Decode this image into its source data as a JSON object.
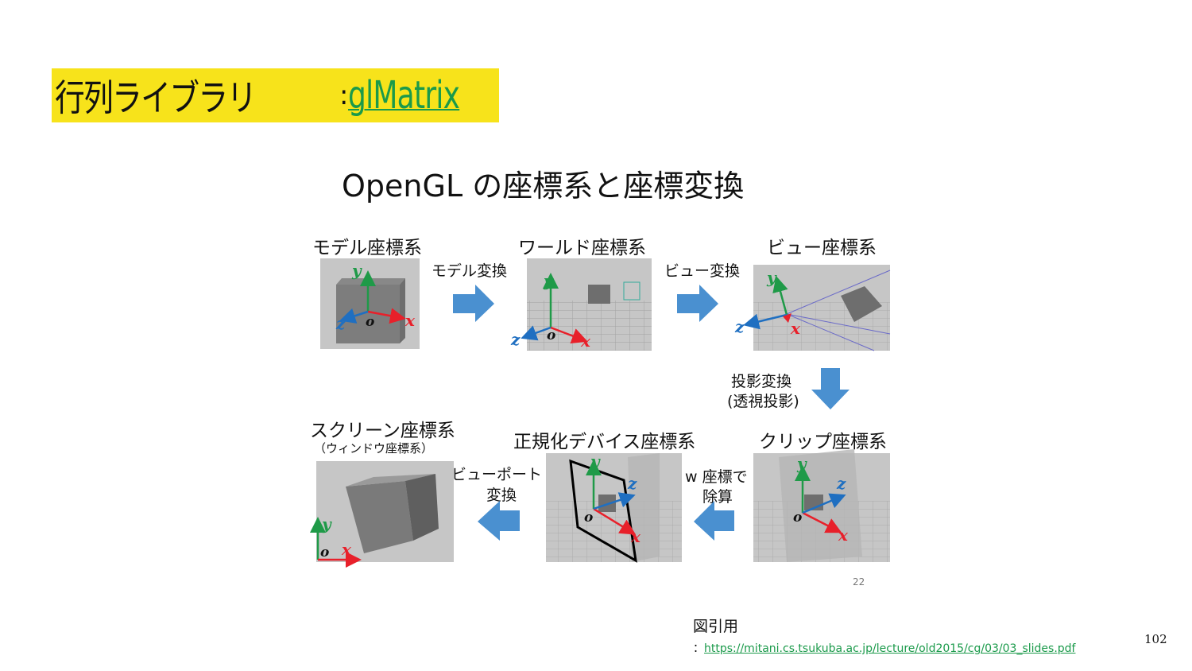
{
  "title": {
    "main": "行列ライブラリ",
    "separator": ":",
    "link_text": "glMatrix",
    "highlight_color": "#f7e31b",
    "link_color": "#1a9a4a"
  },
  "figure": {
    "heading": "OpenGL の座標系と座標変換",
    "spaces": {
      "model": "モデル座標系",
      "world": "ワールド座標系",
      "view": "ビュー座標系",
      "clip": "クリップ座標系",
      "ndc": "正規化デバイス座標系",
      "screen": "スクリーン座標系",
      "screen_sub": "（ウィンドウ座標系）"
    },
    "transforms": {
      "model": "モデル変換",
      "view": "ビュー変換",
      "projection_1": "投影変換",
      "projection_2": "(透視投影)",
      "w_divide_1": "w 座標で",
      "w_divide_2": "除算",
      "viewport_1": "ビューポート",
      "viewport_2": "変換"
    },
    "axes": {
      "x": "x",
      "y": "y",
      "z": "z",
      "origin": "o"
    },
    "slide_number": "22",
    "colors": {
      "x_axis": "#e8202a",
      "y_axis": "#1f9a48",
      "z_axis": "#1f6fc1",
      "arrow": "#4a90d0"
    }
  },
  "credit": {
    "label": "図引用",
    "prefix": "：",
    "url": "https://mitani.cs.tsukuba.ac.jp/lecture/old2015/cg/03/03_slides.pdf"
  },
  "page_number": "102"
}
